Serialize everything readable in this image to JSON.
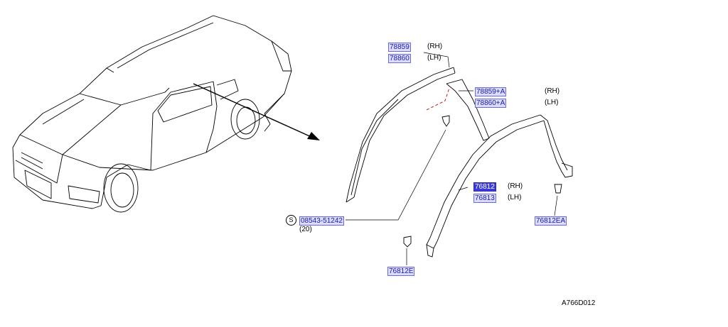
{
  "callouts": {
    "p78859": {
      "code": "78859",
      "side": "(RH)"
    },
    "p78860": {
      "code": "78860",
      "side": "(LH)"
    },
    "p78859a": {
      "code": "78859+A",
      "side": "(RH)"
    },
    "p78860a": {
      "code": "78860+A",
      "side": "(LH)"
    },
    "p76812": {
      "code": "76812",
      "side": "(RH)"
    },
    "p76813": {
      "code": "76813",
      "side": "(LH)"
    },
    "p76812ea": {
      "code": "76812EA"
    },
    "p76812e": {
      "code": "76812E"
    },
    "screw": {
      "symbol": "S",
      "code": "08543-51242",
      "qty": "(20)"
    }
  },
  "diagram_id": "A766D012",
  "colors": {
    "callout_bg": "#dcdcff",
    "callout_border": "#6a6ae0",
    "callout_selected": "#3b3bdc"
  }
}
